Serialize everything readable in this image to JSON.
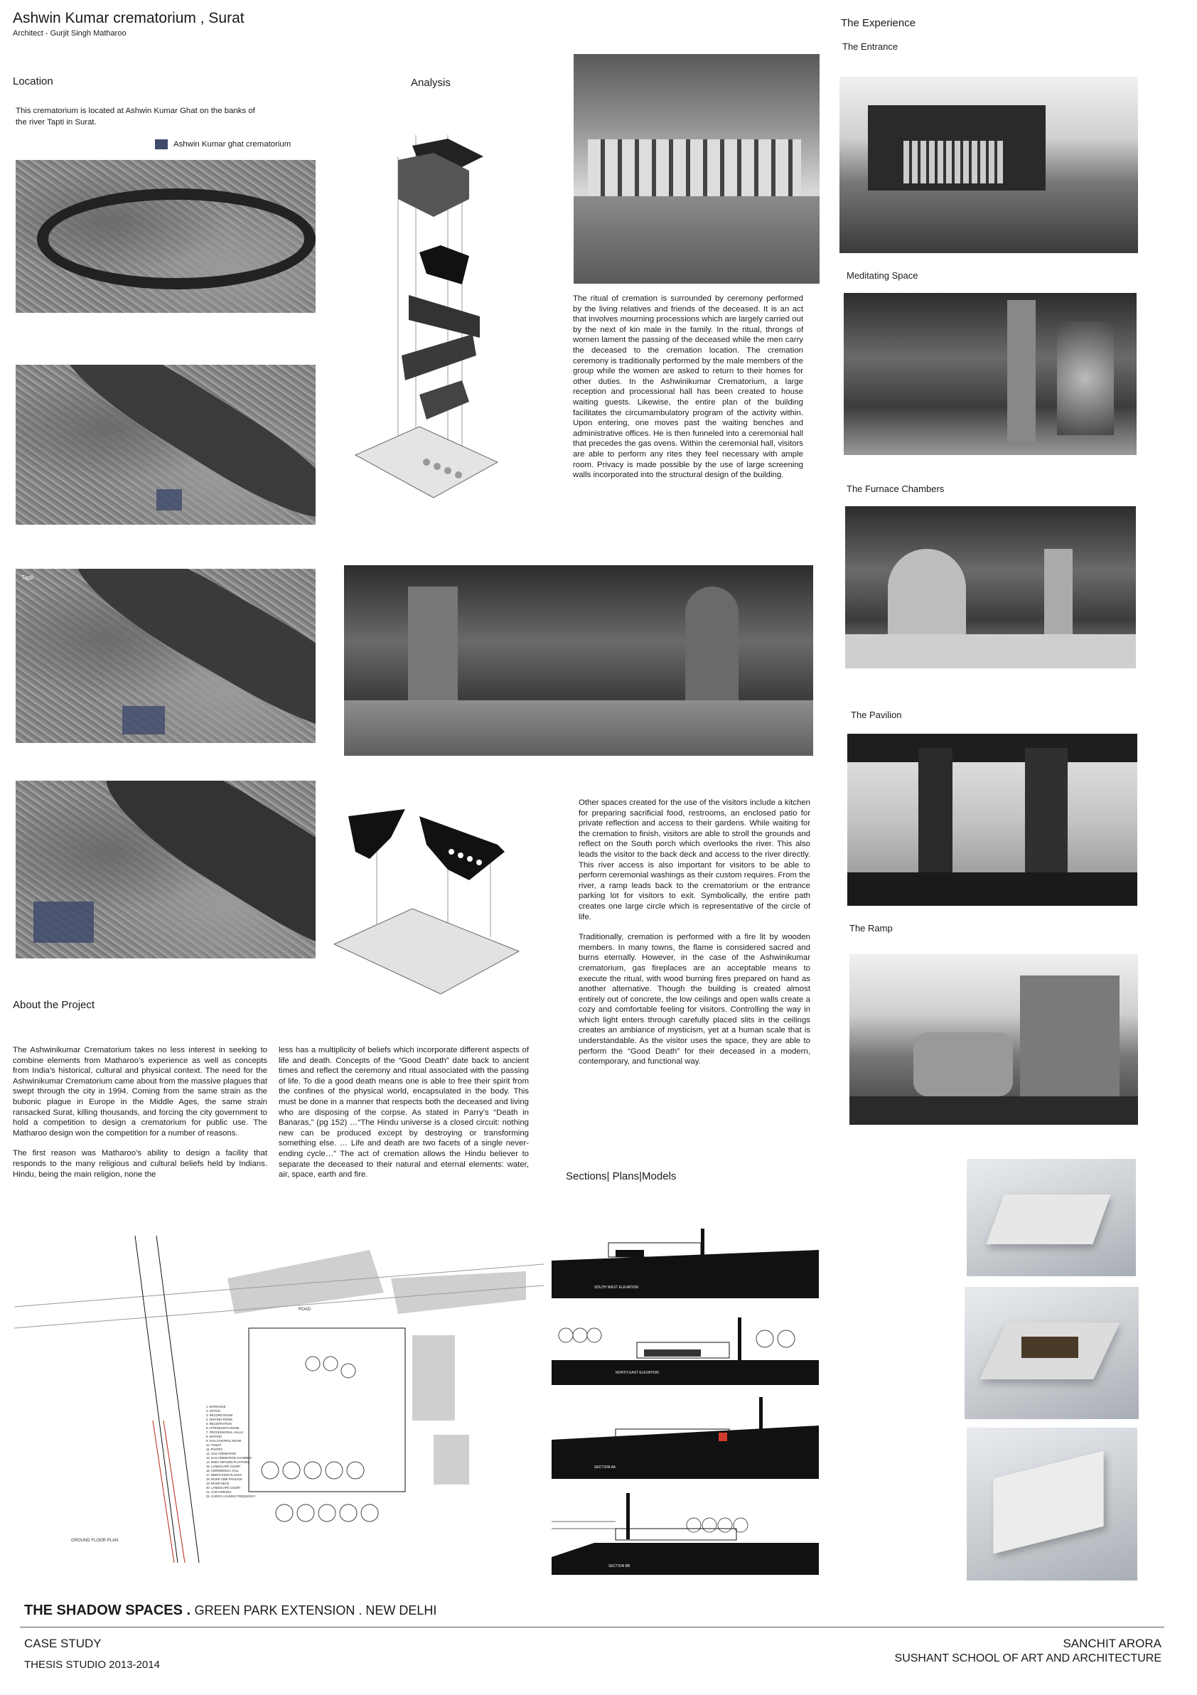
{
  "header": {
    "title": "Ashwin Kumar crematorium , Surat",
    "architect": "Architect - Gurjit Singh Matharoo"
  },
  "location": {
    "heading": "Location",
    "text": "This crematorium is located at Ashwin Kumar Ghat on the banks of the river Tapti in Surat.",
    "legend": "Ashwin Kumar ghat crematorium",
    "legend_color": "#3f4a6b",
    "map_label": "Tapti"
  },
  "analysis": {
    "heading": "Analysis"
  },
  "ritual_text": "The ritual of cremation is surrounded by ceremony performed by the living relatives and friends of the deceased. It is an act that involves mourning processions which are largely carried out by the next of kin male in the family. In the ritual, throngs of women lament the passing of the deceased while the men carry the deceased to the cremation location. The cremation ceremony is traditionally performed by the male members of the group while the women are asked to return to their homes for other duties. In the Ashwinikumar Crematorium, a large reception and processional hall has been created to house waiting guests. Likewise, the entire plan of the building facilitates the circumambulatory program of the activity within. Upon entering, one moves past the waiting benches and administrative offices. He is then funneled into a ceremonial hall that precedes the gas ovens. Within the ceremonial hall, visitors are able to perform any rites they feel necessary with ample room. Privacy is made possible by the use of large screening walls incorporated into the structural design of the building.",
  "spaces_text": [
    "Other spaces created for the use of the visitors include a kitchen for preparing sacrificial food, restrooms, an enclosed patio for private reflection and access to their gardens.  While waiting for the cremation to finish, visitors are able to stroll the grounds and reflect on the South porch which overlooks the river. This also leads the visitor to the back deck and access to the river directly. This river access is also important for visitors to be able to perform ceremonial washings as their custom requires. From the river, a ramp leads back to the crematorium or the entrance parking lot for visitors to exit. Symbolically, the entire path creates one large circle which is representative of the circle of life.",
    "Traditionally, cremation is performed with a fire lit by wooden members. In many towns, the flame is considered sacred and burns eternally.  However, in the case of the Ashwinikumar crematorium, gas fireplaces are an acceptable means to execute the ritual, with wood burning fires prepared on hand as another alternative. Though the building is created almost entirely out of concrete, the low ceilings and open walls create a cozy and comfortable feeling for visitors. Controlling the way in which light enters through carefully placed slits in the ceilings creates an ambiance of mysticism, yet at a human scale that is understandable. As the visitor uses the space, they are able to perform the “Good Death” for their deceased in a modern, contemporary, and functional way."
  ],
  "experience": {
    "heading": "The Experience",
    "captions": [
      "The Entrance",
      "Meditating Space",
      "The Furnace Chambers",
      "The Pavilion",
      "The Ramp"
    ]
  },
  "about": {
    "heading": "About the Project",
    "col1": [
      "The Ashwinikumar Crematorium takes no less interest in seeking to combine elements from Matharoo’s experience as well as concepts from India’s historical, cultural and physical context. The need for the Ashwinikumar Crematorium came about from the massive plagues that swept through the city in 1994.  Coming from the same strain as the bubonic plague in Europe in the Middle Ages, the same strain ransacked Surat, killing thousands, and forcing the city government to hold a competition to design a crematorium for public use. The Matharoo design won the competition for a number of reasons.",
      "The first reason was Matharoo’s ability to design a facility that responds to the many religious and cultural beliefs held by Indians. Hindu, being the main religion, none the"
    ],
    "col2": "less has a multiplicity of beliefs which incorporate different aspects of life and death. Concepts of the “Good Death” date back to ancient times and reflect the ceremony and ritual associated with the passing of life. To die a good death means one is able to free their spirit from the confines of the physical world, encapsulated in the body. This must be done in a manner that respects both the deceased and living who are disposing of the corpse. As stated in Parry’s “Death in Banaras,” (pg 152) …“The Hindu universe is a closed circuit: nothing new can be produced except by destroying or transforming something else. … Life and death are two facets of a single never-ending cycle…” The act of cremation allows the Hindu believer to separate the deceased to their natural and eternal elements: water, air, space, earth and fire."
  },
  "sections": {
    "heading": "Sections| Plans|Models",
    "labels": [
      "SOUTH WEST ELEVATION",
      "NORTH EAST ELEVATION",
      "SECTION AA",
      "SECTION BB"
    ]
  },
  "plan": {
    "road_label": "ROAD",
    "plan_label": "GROUND FLOOR PLAN",
    "legend": [
      "1. ENTRANCE",
      "2. OFFICE",
      "3. RECORD ROOM",
      "4. WAITING ROOM",
      "5. REGISTRATION",
      "6. ATTENDANTS ROOM",
      "7. PROCESSIONAL HALLS",
      "8. WAITING",
      "9. GAS CONTROL ROOM",
      "10. TOILET",
      "11. PANTRY",
      "12. GAS CREMATION",
      "13. GAS CREMATION CHAMBER",
      "14. BODY RETURN PLATFORM",
      "15. LANDSCAPE COURT",
      "16. CEREMONIAL HALL",
      "17. MEDITATION PLACES",
      "18. RIVER SIDE PAVILION",
      "19. RIVER DECK",
      "20. LANDSCAPE COURT",
      "21. CAR PARKING",
      "22. CARGO LOADING FREQUENCY"
    ]
  },
  "footer": {
    "project": "THE SHADOW SPACES .",
    "location": "GREEN PARK EXTENSION . NEW DELHI",
    "case_study": "CASE STUDY",
    "studio": "THESIS STUDIO 2013-2014",
    "author": "SANCHIT ARORA",
    "school": "SUSHANT SCHOOL OF ART AND ARCHITECTURE"
  }
}
